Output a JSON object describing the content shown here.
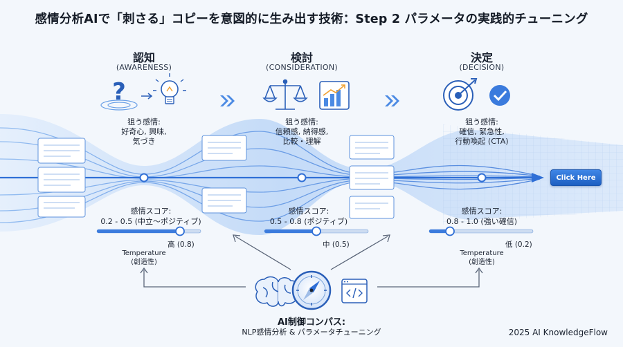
{
  "title": "感情分析AIで「刺さる」コピーを意図的に生み出す技術：Step 2 パラメータの実践的チューニング",
  "stages": [
    {
      "name": "認知",
      "sub": "(AWARENESS)",
      "emotion_lines": [
        "狙う感情:",
        "好奇心, 興味,",
        "気づき"
      ],
      "score_lines": [
        "感情スコア:",
        "0.2 - 0.5 (中立〜ポジティブ)"
      ],
      "temperature_value": "高 (0.8)",
      "temperature_level": 0.8,
      "temperature_label_lines": [
        "Temperature",
        "(創造性)"
      ]
    },
    {
      "name": "検討",
      "sub": "(CONSIDERATION)",
      "emotion_lines": [
        "狙う感情:",
        "信頼感, 納得感,",
        "比較・理解"
      ],
      "score_lines": [
        "感情スコア:",
        "0.5 - 0.8 (ポジティブ)"
      ],
      "temperature_value": "中 (0.5)",
      "temperature_level": 0.5,
      "temperature_label_lines": []
    },
    {
      "name": "決定",
      "sub": "(DECISION)",
      "emotion_lines": [
        "狙う感情:",
        "確信, 緊急性,",
        "行動喚起 (CTA)"
      ],
      "score_lines": [
        "感情スコア:",
        "0.8 - 1.0 (強い確信)"
      ],
      "temperature_value": "低 (0.2)",
      "temperature_level": 0.2,
      "temperature_label_lines": [
        "Temperature",
        "(創造性)"
      ]
    }
  ],
  "cta_label": "Click Here",
  "compass": {
    "title": "AI制御コンパス:",
    "subtitle": "NLP感情分析 & パラメータチューニング"
  },
  "credit": "2025 AI KnowledgeFlow",
  "icons": [
    "question-mark-icon",
    "lightbulb-icon",
    "scale-icon",
    "rising-chart-icon",
    "target-icon",
    "check-circle-icon",
    "brain-icon",
    "compass-icon",
    "code-window-icon"
  ],
  "colors": {
    "accent": "#2f6fd6",
    "flow_light": "#cfe2fb",
    "flow_dark": "#3d7fe0",
    "text": "#1a2230",
    "background": "#f3f7fc"
  }
}
